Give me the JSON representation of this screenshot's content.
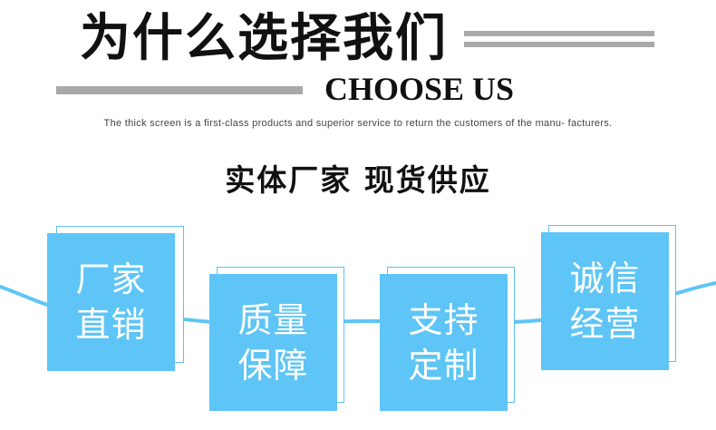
{
  "header": {
    "title_cn": "为什么选择我们",
    "title_en": "CHOOSE US",
    "subtitle": "The thick screen is a first-class products and superior service to return the customers of the manu- facturers.",
    "accent_color": "#5ec5f6",
    "bar_color": "#a9a9a9"
  },
  "slogan": "实体厂家 现货供应",
  "cards": [
    {
      "line1": "厂家",
      "line2": "直销"
    },
    {
      "line1": "质量",
      "line2": "保障"
    },
    {
      "line1": "支持",
      "line2": "定制"
    },
    {
      "line1": "诚信",
      "line2": "经营"
    }
  ]
}
